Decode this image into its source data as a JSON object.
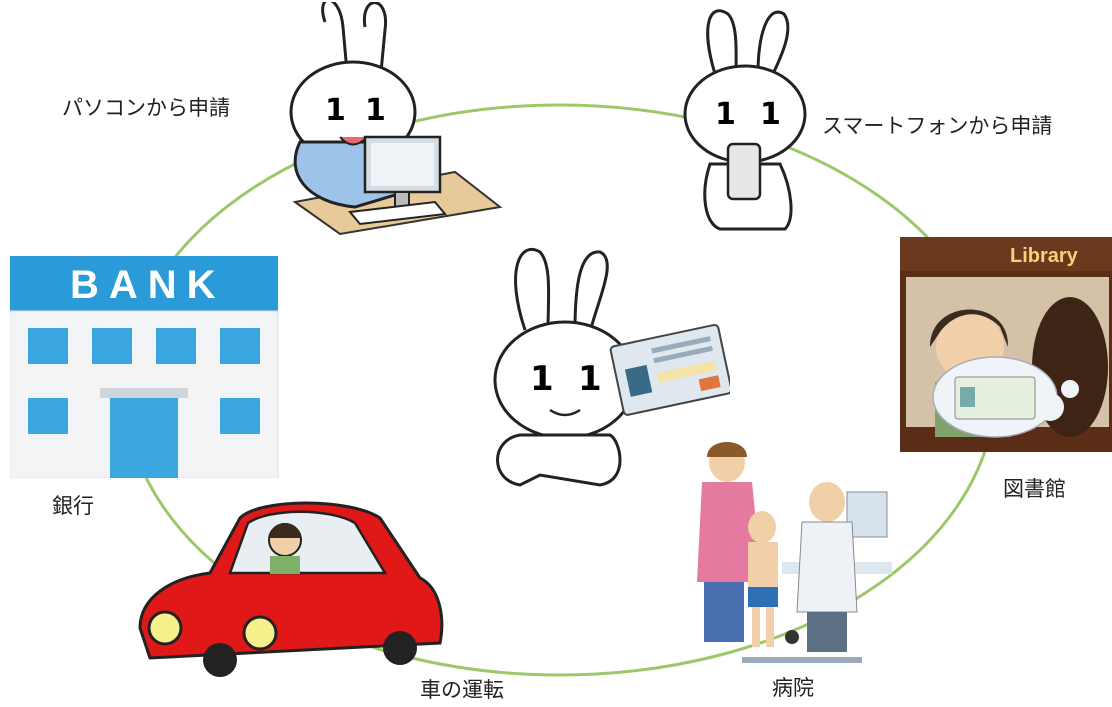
{
  "labels": {
    "pc": "パソコンから申請",
    "smartphone": "スマートフォンから申請",
    "library": "図書館",
    "bank": "銀行",
    "car": "車の運転",
    "hospital": "病院"
  },
  "signs": {
    "bank": "BANK",
    "library": "Library"
  },
  "colors": {
    "cycle_line": "#9cc86a",
    "bank_sign": "#2a9ad8",
    "bank_window": "#3aa7e0",
    "car_body": "#e01818",
    "library_sign": "#6b3a1e"
  }
}
